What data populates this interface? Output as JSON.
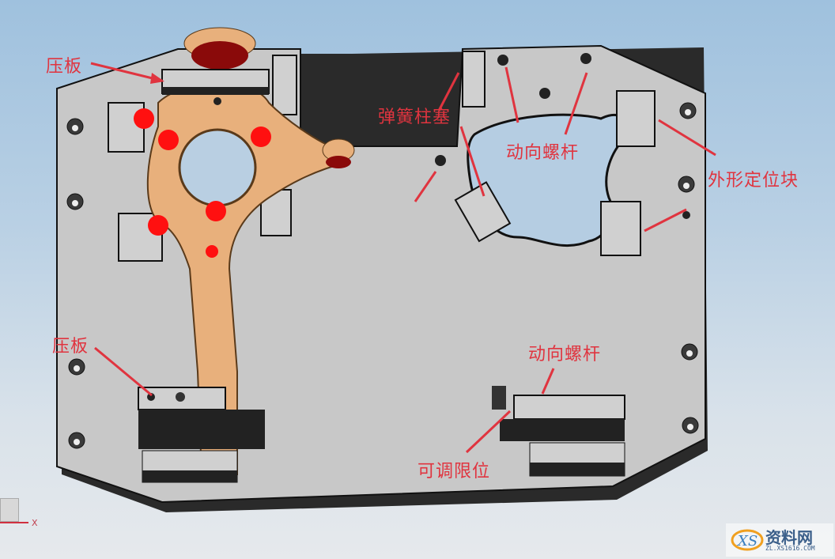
{
  "labels": {
    "clamp_top": "压板",
    "spring_plunger": "弹簧柱塞",
    "moving_screw_top": "动向螺杆",
    "contour_locator": "外形定位块",
    "clamp_bottom": "压板",
    "moving_screw_bottom": "动向螺杆",
    "adjustable_stop": "可调限位"
  },
  "axis": {
    "x_label": "X"
  },
  "watermark": {
    "title": "资料网",
    "url": "ZL.XS1616.COM",
    "logo": "XS"
  },
  "colors": {
    "annotation": "#e0343f",
    "plate": "#c9c9c9",
    "part": "#e8b07c",
    "locator_pins": "#ff1010",
    "dark_edge": "#202020"
  }
}
